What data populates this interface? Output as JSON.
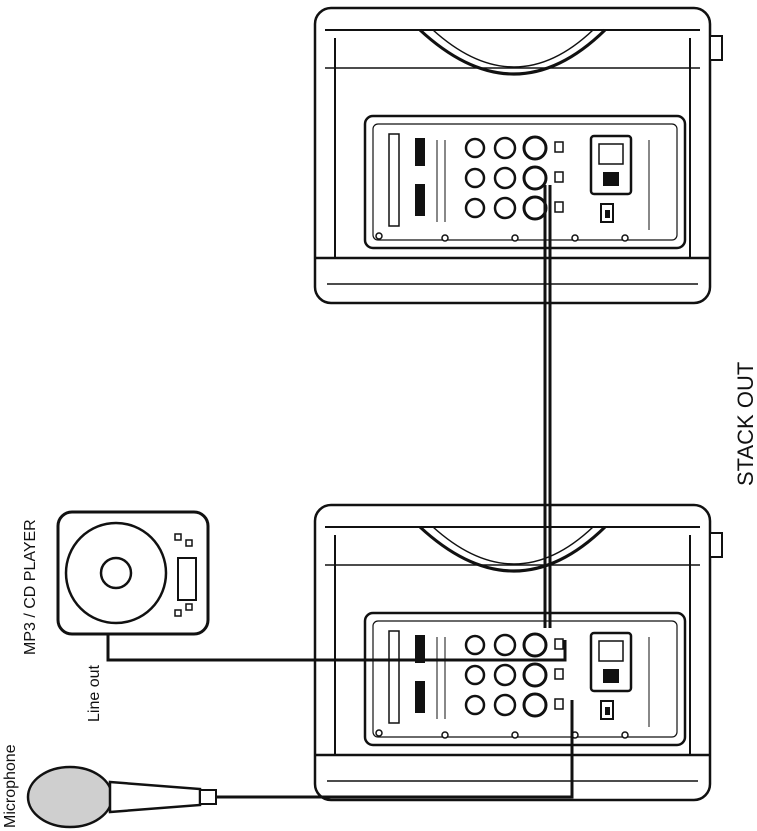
{
  "labels": {
    "stack_out": "STACK OUT",
    "player": "MP3 / CD PLAYER",
    "line_out": "Line out",
    "microphone": "Microphone"
  },
  "devices": {
    "speaker_icon": "speaker-cabinet-icon",
    "player_icon": "cd-player-icon",
    "microphone_icon": "microphone-icon"
  },
  "colors": {
    "line": "#111111",
    "background": "#ffffff"
  }
}
